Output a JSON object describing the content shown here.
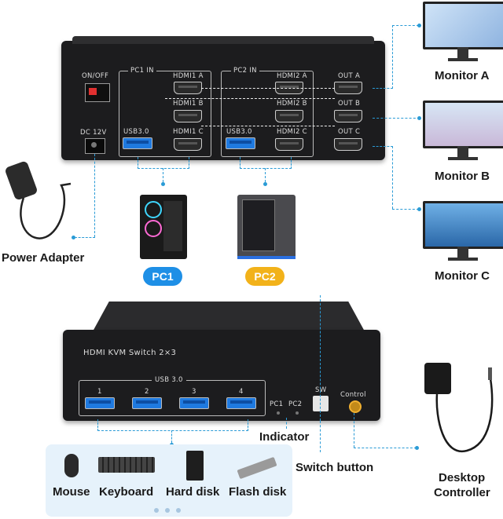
{
  "top_panel": {
    "on_off": "ON/OFF",
    "dc": "DC 12V",
    "pc1_in": "PC1 IN",
    "pc2_in": "PC2 IN",
    "usb30": "USB3.0",
    "hdmi1a": "HDMI1 A",
    "hdmi1b": "HDMI1 B",
    "hdmi1c": "HDMI1 C",
    "hdmi2a": "HDMI2 A",
    "hdmi2b": "HDMI2 B",
    "hdmi2c": "HDMI2 C",
    "outa": "OUT A",
    "outb": "OUT B",
    "outc": "OUT C"
  },
  "monitors": {
    "a": "Monitor A",
    "b": "Monitor B",
    "c": "Monitor C"
  },
  "power_adapter": "Power Adapter",
  "pcs": {
    "pc1": "PC1",
    "pc2": "PC2"
  },
  "colors": {
    "pc1": "#1e8fe6",
    "pc2": "#f2b21a",
    "dash": "#2a9bd6"
  },
  "front_panel": {
    "title": "HDMI KVM Switch 2×3",
    "usb_label": "USB 3.0",
    "ports": [
      "1",
      "2",
      "3",
      "4"
    ],
    "pc1": "PC1",
    "pc2": "PC2",
    "sw": "SW",
    "control": "Control"
  },
  "callouts": {
    "indicator": "Indicator",
    "switch_button": "Switch button",
    "desktop_controller_1": "Desktop",
    "desktop_controller_2": "Controller"
  },
  "peripherals": [
    "Mouse",
    "Keyboard",
    "Hard disk",
    "Flash disk"
  ]
}
